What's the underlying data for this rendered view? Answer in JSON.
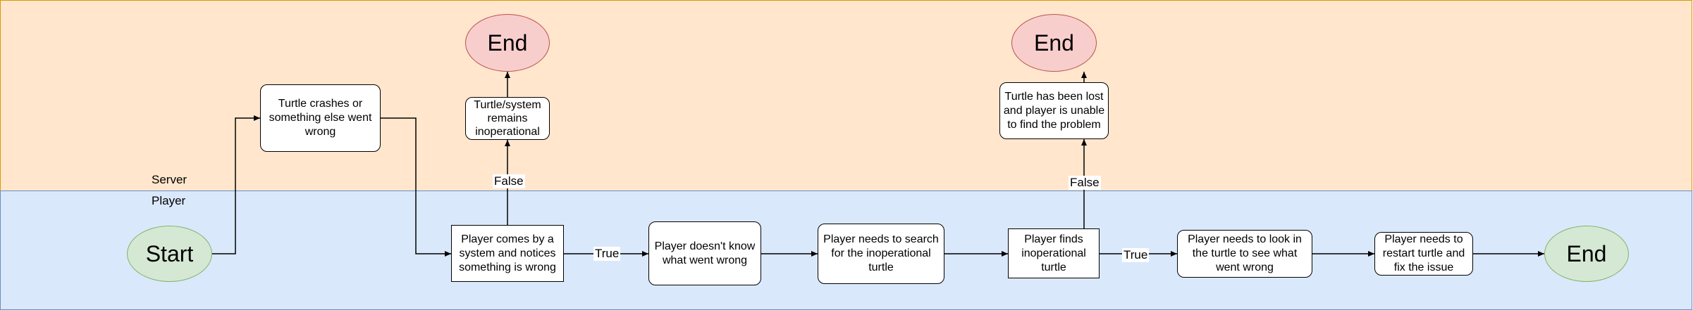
{
  "lanes": {
    "server": "Server",
    "player": "Player"
  },
  "nodes": {
    "start": "Start",
    "crash": "Turtle crashes or something else went wrong",
    "notices": "Player comes by a system and notices something is wrong",
    "remains": "Turtle/system remains inoperational",
    "end_left": "End",
    "unknown": "Player doesn't know what went wrong",
    "search": "Player needs to search for the inoperational turtle",
    "finds": "Player finds inoperational turtle",
    "lost": "Turtle has been lost and player is unable to find the problem",
    "end_mid": "End",
    "look": "Player needs to look in the turtle to see what went wrong",
    "restart": "Player needs to restart turtle and fix the issue",
    "end_right": "End"
  },
  "edge_labels": {
    "notices_false": "False",
    "notices_true": "True",
    "finds_false": "False",
    "finds_true": "True"
  }
}
